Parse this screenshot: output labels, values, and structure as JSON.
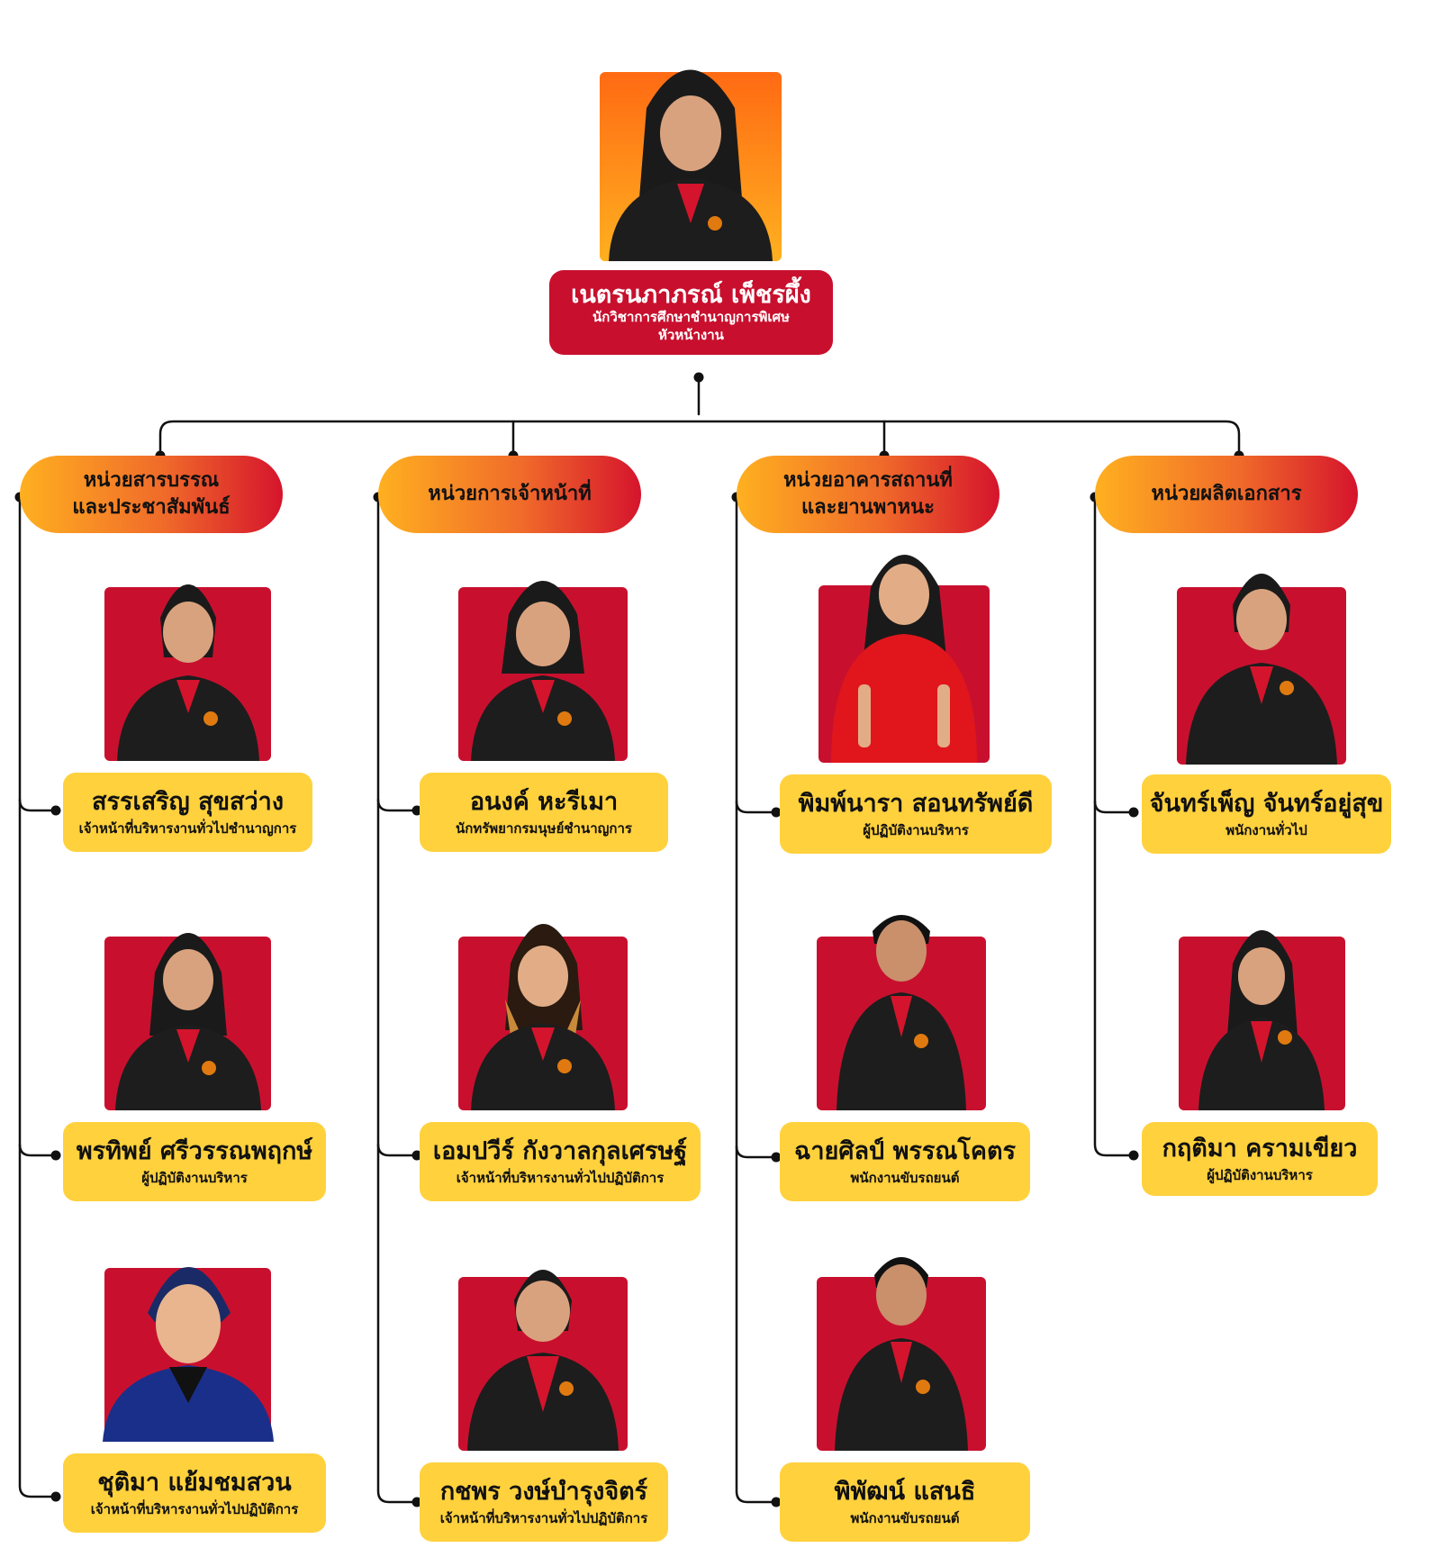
{
  "head": {
    "name": "เนตรนภาภรณ์ เพ็ชรผึ้ง",
    "position": "นักวิชาการศึกษาชำนาญการพิเศษ",
    "role": "หัวหน้างาน"
  },
  "units": [
    {
      "title_lines": [
        "หน่วยสารบรรณ",
        "และประชาสัมพันธ์"
      ],
      "members": [
        {
          "name": "สรรเสริญ สุขสว่าง",
          "position": "เจ้าหน้าที่บริหารงานทั่วไปชำนาญการ"
        },
        {
          "name": "พรทิพย์ ศรีวรรณพฤกษ์",
          "position": "ผู้ปฏิบัติงานบริหาร"
        },
        {
          "name": "ชุติมา แย้มชมสวน",
          "position": "เจ้าหน้าที่บริหารงานทั่วไปปฏิบัติการ"
        }
      ]
    },
    {
      "title_lines": [
        "หน่วยการเจ้าหน้าที่"
      ],
      "members": [
        {
          "name": "อนงค์ หะรีเมา",
          "position": "นักทรัพยากรมนุษย์ชำนาญการ"
        },
        {
          "name": "เอมปวีร์ กังวาลกุลเศรษฐ์",
          "position": "เจ้าหน้าที่บริหารงานทั่วไปปฏิบัติการ"
        },
        {
          "name": "กชพร วงษ์บำรุงจิตร์",
          "position": "เจ้าหน้าที่บริหารงานทั่วไปปฏิบัติการ"
        }
      ]
    },
    {
      "title_lines": [
        "หน่วยอาคารสถานที่",
        "และยานพาหนะ"
      ],
      "members": [
        {
          "name": "พิมพ์นารา สอนทรัพย์ดี",
          "position": "ผู้ปฏิบัติงานบริหาร"
        },
        {
          "name": "ฉายศิลป์ พรรณโคตร",
          "position": "พนักงานขับรถยนต์"
        },
        {
          "name": "พิพัฒน์ แสนธิ",
          "position": "พนักงานขับรถยนต์"
        }
      ]
    },
    {
      "title_lines": [
        "หน่วยผลิตเอกสาร"
      ],
      "members": [
        {
          "name": "จันทร์เพ็ญ จันทร์อยู่สุข",
          "position": "พนักงานทั่วไป"
        },
        {
          "name": "กฤติมา ครามเขียว",
          "position": "ผู้ปฏิบัติงานบริหาร"
        }
      ]
    }
  ]
}
